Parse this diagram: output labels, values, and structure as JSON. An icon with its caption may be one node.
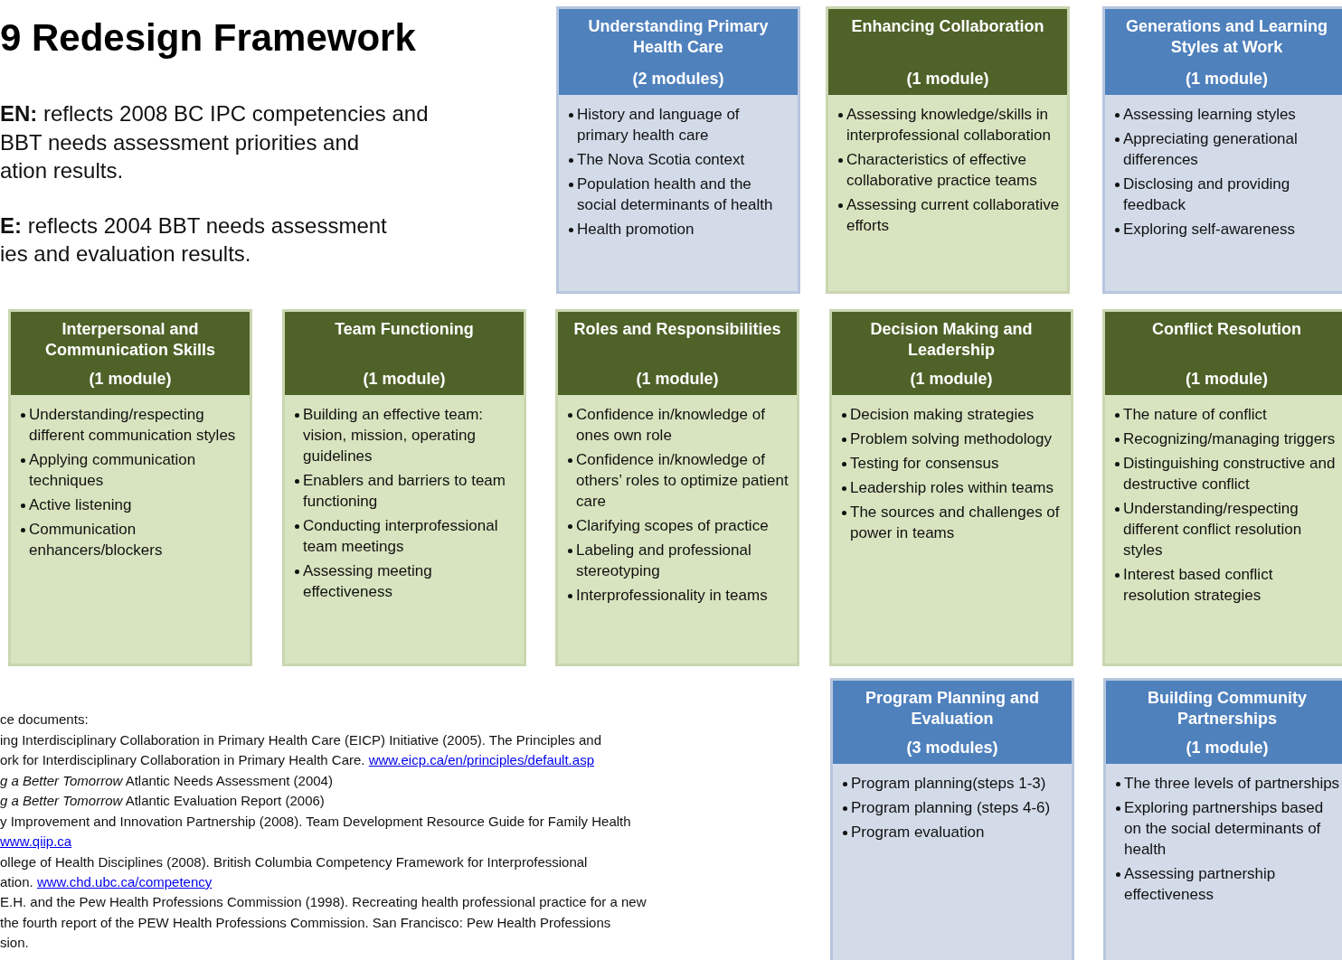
{
  "diagram": {
    "title": "9 Redesign Framework",
    "nodes": [
      {
        "text": [
          "Understanding Primary Health Care",
          "(2 modules)",
          "History and language of primary health care",
          "The Nova Scotia context",
          "Population health and the social determinants of health",
          "Health promotion"
        ]
      },
      {
        "text": [
          "Enhancing Collaboration",
          "(1 module)",
          "Assessing knowledge/skills in interprofessional collaboration",
          "Characteristics of effective collaborative practice teams",
          "Assessing current collaborative efforts"
        ]
      },
      {
        "text": [
          "Generations and Learning Styles at Work",
          "(1 module)",
          "Assessing learning styles",
          "Appreciating generational differences",
          "Disclosing and providing feedback",
          "Exploring self-awareness"
        ]
      },
      {
        "text": [
          "Interpersonal and Communication Skills",
          "(1 module)",
          "Understanding/respecting different communication styles",
          "Applying communication techniques",
          "Active listening",
          "Communication enhancers/blockers"
        ]
      },
      {
        "text": [
          "Team Functioning",
          "(1 module)",
          "Building an effective team: vision, mission, operating guidelines",
          "Enablers and  barriers to team functioning",
          "Conducting interprofessional team meetings",
          "Assessing meeting effectiveness"
        ]
      },
      {
        "text": [
          "Roles and Responsibilities",
          "(1 module)",
          "Confidence in/knowledge of ones own  role",
          "Confidence in/knowledge of others’ roles to optimize patient care",
          "Clarifying scopes of practice",
          "Labeling and  professional stereotyping",
          "Interprofessionality in teams"
        ]
      },
      {
        "text": [
          "Decision Making  and Leadership",
          "(1 module)",
          "Decision making strategies",
          "Problem solving methodology",
          "Testing for consensus",
          "Leadership roles within teams",
          "The sources and challenges of power in teams"
        ]
      },
      {
        "text": [
          "Conflict Resolution",
          "(1 module)",
          "The nature of conflict",
          "Recognizing/managing triggers",
          "Distinguishing constructive and destructive conflict",
          "Understanding/respecting different conflict resolution styles",
          "Interest based conflict resolution strategies"
        ]
      },
      {
        "text": [
          "Program Planning and Evaluation",
          "(3 modules)",
          "Program planning(steps 1-3)",
          "Program planning (steps 4-6)",
          "Program evaluation"
        ]
      },
      {
        "text": [
          "Building Community Partnerships",
          "(1 module)",
          "The three levels of partnerships",
          "Exploring partnerships based on the social determinants of health",
          "Assessing partnership effectiveness"
        ]
      }
    ],
    "labels": [
      "**EN:** reflects 2008 BC IPC competencies and",
      "BBT needs assessment priorities and",
      "ation results.",
      "**E:** reflects 2004 BBT needs assessment",
      "ies and evaluation results.",
      "ce documents:",
      "ing Interdisciplinary Collaboration in Primary Health Care (EICP) Initiative (2005).  The Principles and",
      "ork for Interdisciplinary Collaboration in Primary Health Care.",
      "www.eicp.ca/en/principles/default.asp",
      "*g a Better Tomorrow* Atlantic Needs Assessment (2004)",
      "*g a Better Tomorrow* Atlantic Evaluation Report (2006)",
      "y Improvement and Innovation Partnership (2008). Team Development Resource Guide for Family Health",
      "www.qiip.ca",
      "ollege of Health Disciplines (2008).  British Columbia  Competency Framework for Interprofessional",
      "ation.",
      "www.chd.ubc.ca/competency",
      "E.H. and the Pew Health Professions Commission (1998). Recreating health professional practice for a new",
      "the fourth report of the PEW Health Professions Commission. San Francisco: Pew Health Professions",
      "sion."
    ]
  }
}
